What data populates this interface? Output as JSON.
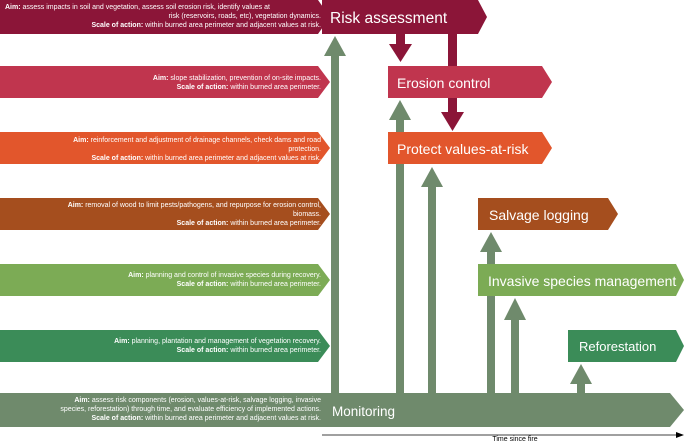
{
  "aim_prefix": "Aim:",
  "scale_prefix": "Scale of action:",
  "rows": [
    {
      "id": "risk-assessment",
      "color": "#8b1538",
      "title": "Risk assessment",
      "aim_lines": [
        "assess impacts in soil and vegetation, assess soil erosion risk, identify values at",
        "risk (reservoirs, roads, etc), vegetation dynamics."
      ],
      "scale": "within burned area perimeter and adjacent values at risk."
    },
    {
      "id": "erosion-control",
      "color": "#c0354e",
      "title": "Erosion control",
      "aim_lines": [
        "slope stabilization, prevention of on-site impacts."
      ],
      "scale": "within burned area perimeter."
    },
    {
      "id": "protect-values",
      "color": "#e2562c",
      "title": "Protect values-at-risk",
      "aim_lines": [
        "reinforcement and adjustment of drainage channels, check dams and road",
        "protection."
      ],
      "scale": "within burned area perimeter and adjacent values at risk."
    },
    {
      "id": "salvage-logging",
      "color": "#a54e1e",
      "title": "Salvage logging",
      "aim_lines": [
        "removal of wood to limit pests/pathogens, and repurpose for erosion control,",
        "biomass."
      ],
      "scale": "within burned area perimeter."
    },
    {
      "id": "invasive-species",
      "color": "#7cab55",
      "title": "Invasive species management",
      "aim_lines": [
        "planning and control of invasive species during recovery."
      ],
      "scale": "within burned area perimeter."
    },
    {
      "id": "reforestation",
      "color": "#3b8c58",
      "title": "Reforestation",
      "aim_lines": [
        "planning, plantation and management of vegetation recovery."
      ],
      "scale": "within burned area perimeter."
    },
    {
      "id": "monitoring",
      "color": "#6f8a6c",
      "title": "Monitoring",
      "aim_lines": [
        "assess risk components (erosion, values-at-risk, salvage logging, invasive",
        "species, reforestation) through time, and evaluate efficiency of implemented actions."
      ],
      "scale": "within burned area perimeter and adjacent values at risk."
    }
  ],
  "arrow_colors": {
    "up": "#6f8a6c",
    "down": "#8b1538"
  },
  "axis": {
    "label": "Time since fire"
  }
}
